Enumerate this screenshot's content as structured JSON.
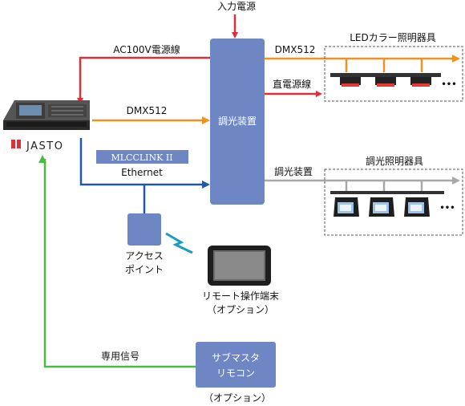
{
  "labels": {
    "power_input": "入力電源",
    "ac_power_line": "AC100V電源線",
    "dmx_top": "DMX512",
    "dc_power_line": "直電源線",
    "led_fixtures": "LEDカラー照明器具",
    "dmx_console": "DMX512",
    "dimmer": "調光装置",
    "dimmer_out": "調光装置",
    "dimmer_fixtures": "調光照明器具",
    "mlcclink": "MLCCLINK II",
    "ethernet": "Ethernet",
    "access_point_1": "アクセス",
    "access_point_2": "ポイント",
    "remote_terminal_1": "リモート操作端末",
    "remote_terminal_2": "（オプション）",
    "brand": "JASTO",
    "dedicated_signal": "専用信号",
    "sub_remote_1": "サブマスタ",
    "sub_remote_2": "リモコン",
    "sub_remote_opt": "（オプション）",
    "ellipsis": "•••"
  },
  "colors": {
    "box_fill": "#6f86c4",
    "red": "#d9303a",
    "orange": "#f0921e",
    "blue": "#2356a8",
    "green": "#4cb847",
    "gray": "#a8a8a8"
  }
}
